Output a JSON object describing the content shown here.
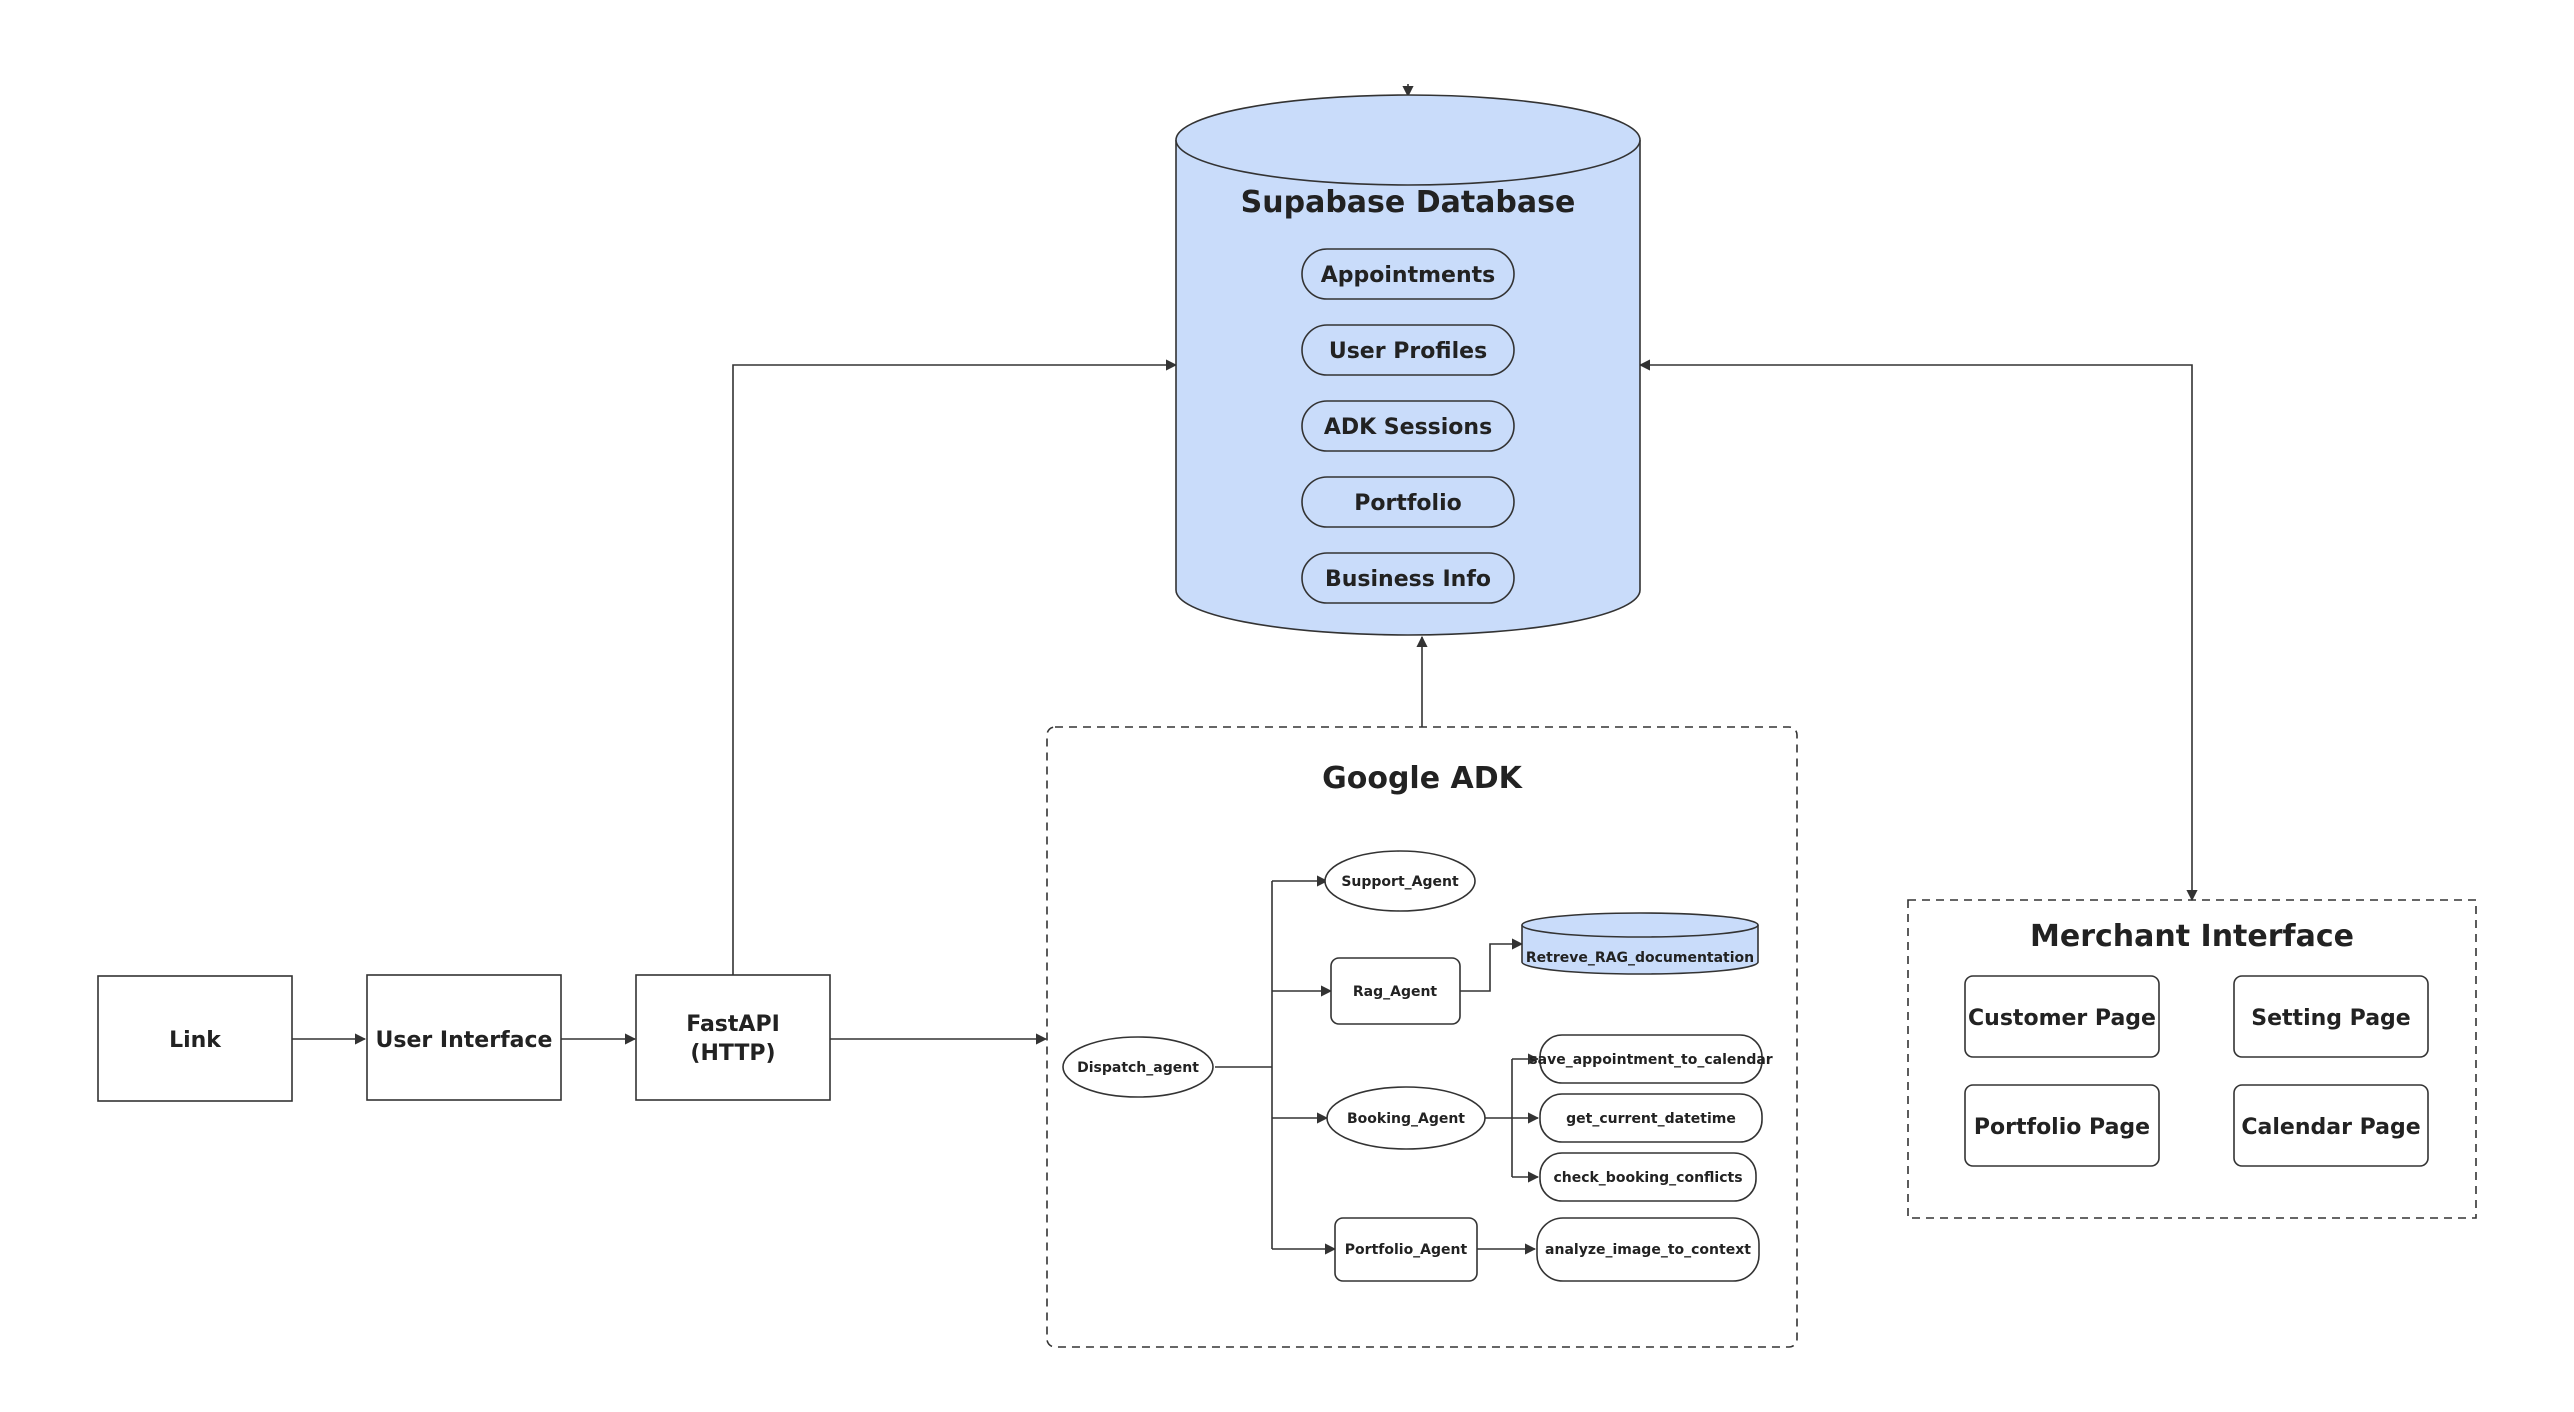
{
  "diagram": {
    "database": {
      "title": "Supabase Database",
      "tables": [
        "Appointments",
        "User Profiles",
        "ADK Sessions",
        "Portfolio",
        "Business Info"
      ],
      "fill_color": "#c9dcfa"
    },
    "flow": {
      "link": "Link",
      "user_interface": "User Interface",
      "fastapi_line1": "FastAPI",
      "fastapi_line2": "(HTTP)"
    },
    "google_adk": {
      "title": "Google ADK",
      "dispatch": "Dispatch_agent",
      "agents": {
        "support": "Support_Agent",
        "rag": "Rag_Agent",
        "booking": "Booking_Agent",
        "portfolio": "Portfolio_Agent"
      },
      "rag_store": "Retreve_RAG_documentation",
      "booking_tools": [
        "save_appointment_to_calendar",
        "get_current_datetime",
        "check_booking_conflicts"
      ],
      "portfolio_tool": "analyze_image_to_context"
    },
    "merchant": {
      "title": "Merchant Interface",
      "pages": [
        "Customer Page",
        "Setting Page",
        "Portfolio Page",
        "Calendar Page"
      ]
    }
  }
}
